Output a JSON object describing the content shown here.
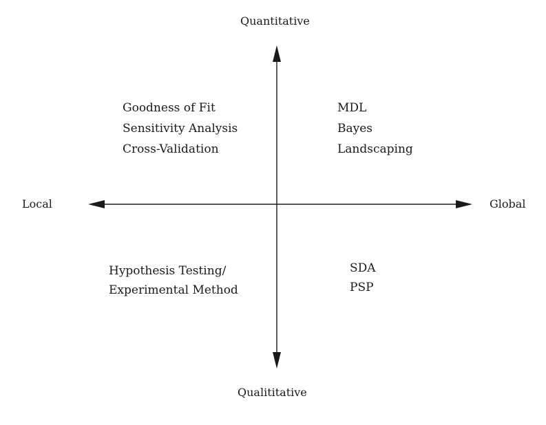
{
  "axes": {
    "top": "Quantitative",
    "bottom": "Qualititative",
    "left": "Local",
    "right": "Global"
  },
  "quadrants": {
    "top_left": [
      "Goodness of Fit",
      "Sensitivity Analysis",
      "Cross-Validation"
    ],
    "top_right": [
      "MDL",
      "Bayes",
      "Landscaping"
    ],
    "bottom_left": [
      "Hypothesis Testing/",
      "Experimental Method"
    ],
    "bottom_right": [
      "SDA",
      "PSP"
    ]
  },
  "colors": {
    "ink": "#1a1a1a",
    "background": "#ffffff"
  }
}
